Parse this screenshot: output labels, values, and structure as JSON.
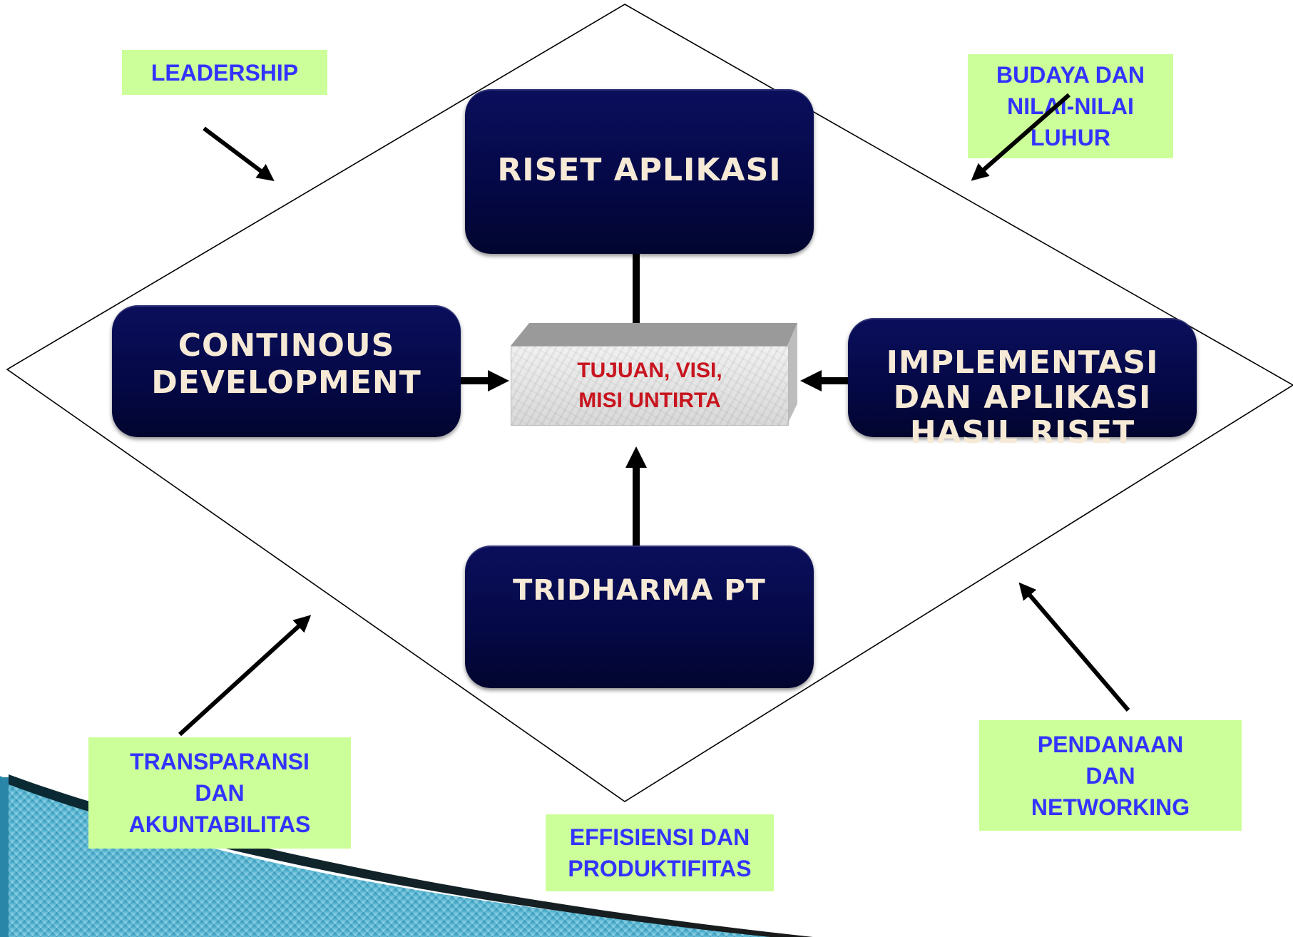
{
  "boxes": {
    "riset_aplikasi": "RISET APLIKASI",
    "continous_development": "CONTINOUS\nDEVELOPMENT",
    "implementasi": "IMPLEMENTASI\nDAN APLIKASI\nHASIL RISET",
    "tridharma": "TRIDHARMA PT"
  },
  "center": {
    "text": "TUJUAN, VISI,\nMISI UNTIRTA"
  },
  "labels": {
    "leadership": "LEADERSHIP",
    "budaya": "BUDAYA DAN\nNILAI-NILAI\nLUHUR",
    "transparansi": "TRANSPARANSI\nDAN\nAKUNTABILITAS",
    "effisiensi": "EFFISIENSI DAN\nPRODUKTIFITAS",
    "pendanaan": "PENDANAAN\nDAN\nNETWORKING"
  },
  "colors": {
    "dark_box": "#040845",
    "box_text": "#f6ead6",
    "center_text": "#c8141e",
    "label_bg": "#ccff99",
    "label_text": "#3333ff",
    "decor": "#1f8fb0"
  }
}
